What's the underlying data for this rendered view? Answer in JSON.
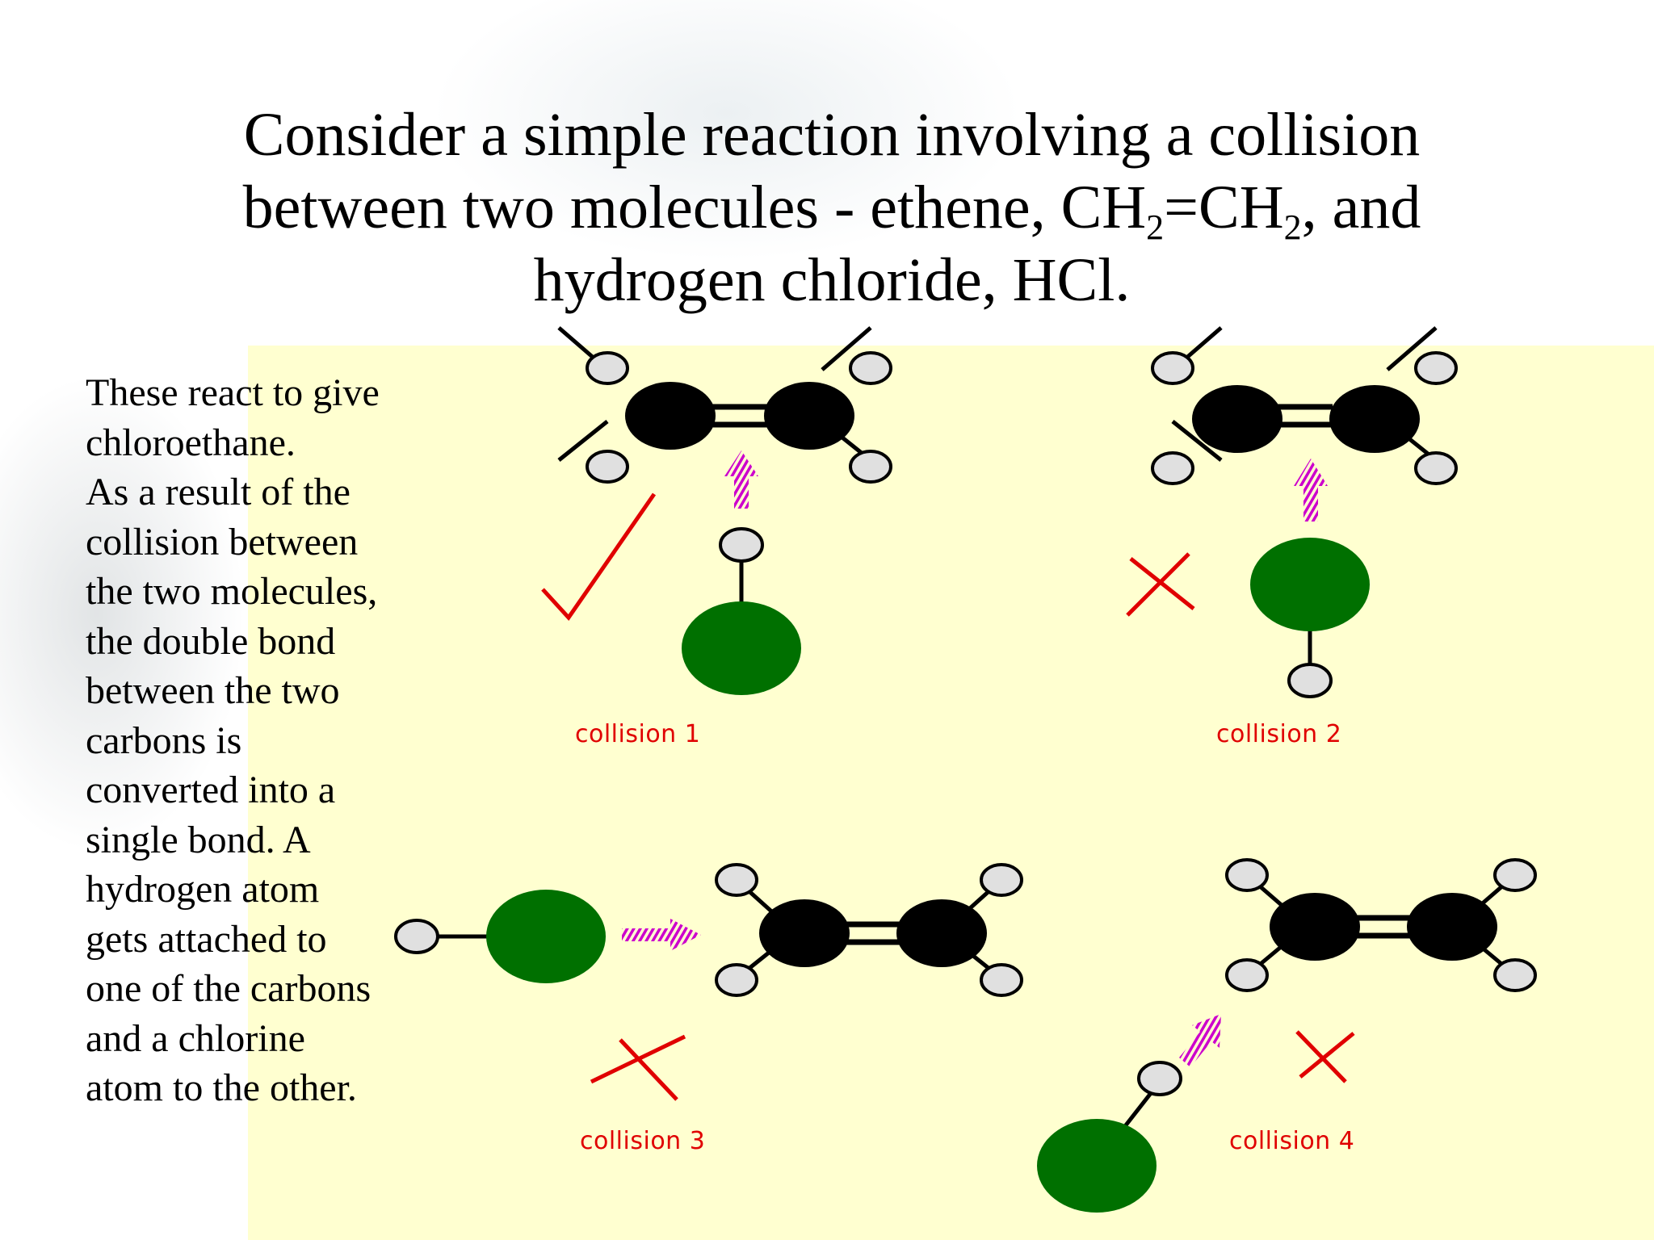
{
  "title": {
    "line1": "Consider a simple reaction involving a collision",
    "line2_pre": "between two molecules - ethene, CH",
    "sub1": "2",
    "mid": "=CH",
    "sub2": "2",
    "line2_post": ", and",
    "line3": "hydrogen chloride, HCl."
  },
  "body_lines": [
    "These react to give",
    "chloroethane.",
    "As a result of the",
    "collision between",
    "the two molecules,",
    "the double bond",
    "between the two",
    "carbons is",
    "converted into a",
    "single bond. A",
    "hydrogen atom",
    "gets attached to",
    "one of the carbons",
    "and a chlorine",
    "atom to the other."
  ],
  "collisions": [
    {
      "label": "collision 1",
      "outcome": "check-mark"
    },
    {
      "label": "collision 2",
      "outcome": "cross-mark"
    },
    {
      "label": "collision 3",
      "outcome": "cross-mark"
    },
    {
      "label": "collision 4",
      "outcome": "cross-mark"
    }
  ],
  "colors": {
    "panel": "#ffffd0",
    "carbon": "#000000",
    "hydrogen": "#e0e0e0",
    "chlorine": "#007000",
    "arrow": "#cc00cc",
    "mark": "#e00000"
  }
}
